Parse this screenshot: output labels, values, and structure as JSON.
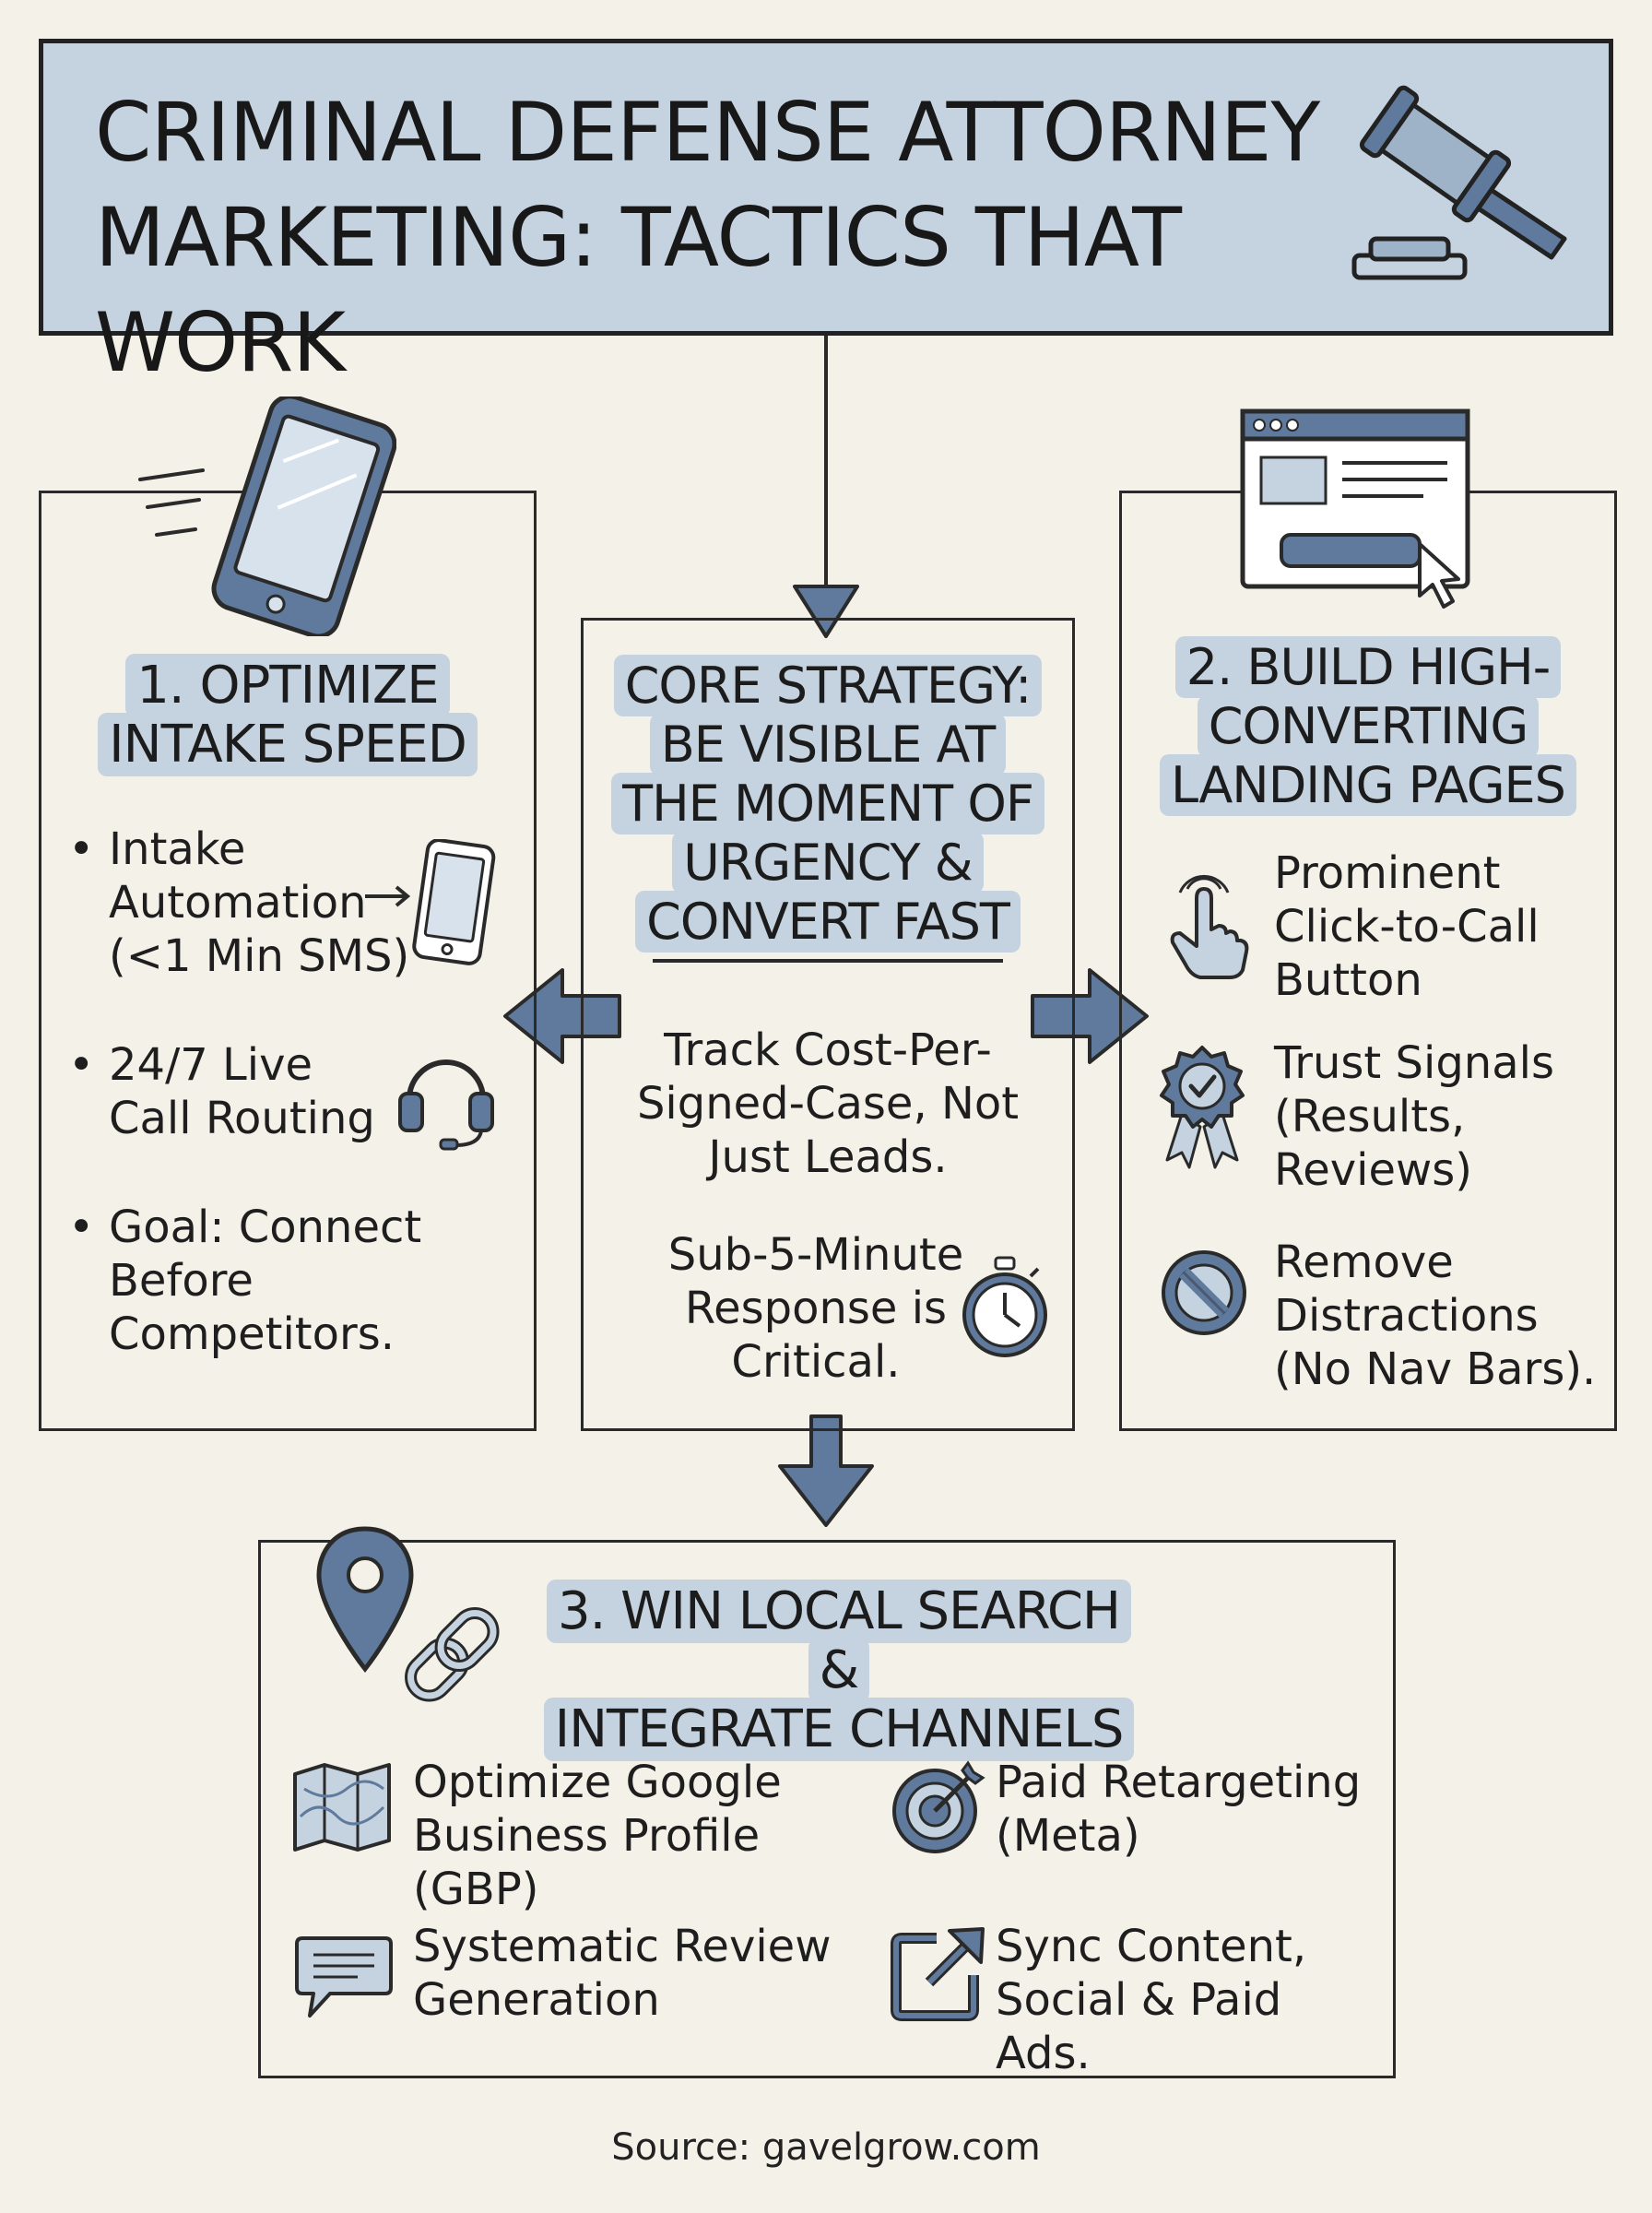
{
  "title": {
    "line1": "CRIMINAL DEFENSE ATTORNEY",
    "line2": "MARKETING: TACTICS THAT WORK"
  },
  "left": {
    "heading_line1": "1. OPTIMIZE",
    "heading_line2": "INTAKE SPEED",
    "bullets": [
      {
        "lines": [
          "Intake",
          "Automation",
          "(<1 Min SMS)"
        ]
      },
      {
        "lines": [
          "24/7 Live",
          "Call Routing"
        ]
      },
      {
        "lines": [
          "Goal: Connect",
          "Before",
          "Competitors."
        ]
      }
    ]
  },
  "center": {
    "heading_lines": [
      "CORE STRATEGY:",
      "BE VISIBLE AT",
      "THE MOMENT OF",
      "URGENCY &",
      "CONVERT FAST"
    ],
    "point1_lines": [
      "Track Cost-Per-",
      "Signed-Case, Not",
      "Just Leads."
    ],
    "point2_lines": [
      "Sub-5-Minute",
      "Response is",
      "Critical."
    ]
  },
  "right": {
    "heading_lines": [
      "2. BUILD HIGH-",
      "CONVERTING",
      "LANDING PAGES"
    ],
    "items": [
      {
        "lines": [
          "Prominent",
          "Click-to-Call",
          "Button"
        ]
      },
      {
        "lines": [
          "Trust Signals",
          "(Results,",
          "Reviews)"
        ]
      },
      {
        "lines": [
          "Remove",
          "Distractions",
          "(No Nav Bars)."
        ]
      }
    ]
  },
  "bottom": {
    "heading_line1": "3. WIN LOCAL SEARCH &",
    "heading_line2": "INTEGRATE CHANNELS",
    "items": [
      {
        "lines": [
          "Optimize Google",
          "Business Profile (GBP)"
        ]
      },
      {
        "lines": [
          "Paid Retargeting",
          "(Meta)"
        ]
      },
      {
        "lines": [
          "Systematic Review",
          "Generation"
        ]
      },
      {
        "lines": [
          "Sync Content,",
          "Social & Paid Ads."
        ]
      }
    ]
  },
  "source": "Source: gavelgrow.com",
  "colors": {
    "background": "#f4f1e8",
    "highlight": "#c5d3e0",
    "icon_blue": "#5f7a9c",
    "ink": "#222222"
  },
  "icons": {
    "title": "gavel-icon",
    "left_header": "smartphone-icon",
    "left_items": [
      "phone-icon",
      "headset-icon"
    ],
    "center_items": [
      "stopwatch-icon"
    ],
    "right_header": "browser-window-icon",
    "right_items": [
      "pointer-hand-icon",
      "award-badge-icon",
      "no-entry-icon"
    ],
    "bottom_header": [
      "location-pin-icon",
      "chain-link-icon"
    ],
    "bottom_items": [
      "folded-map-icon",
      "target-icon",
      "chat-bubble-icon",
      "external-link-icon"
    ]
  }
}
